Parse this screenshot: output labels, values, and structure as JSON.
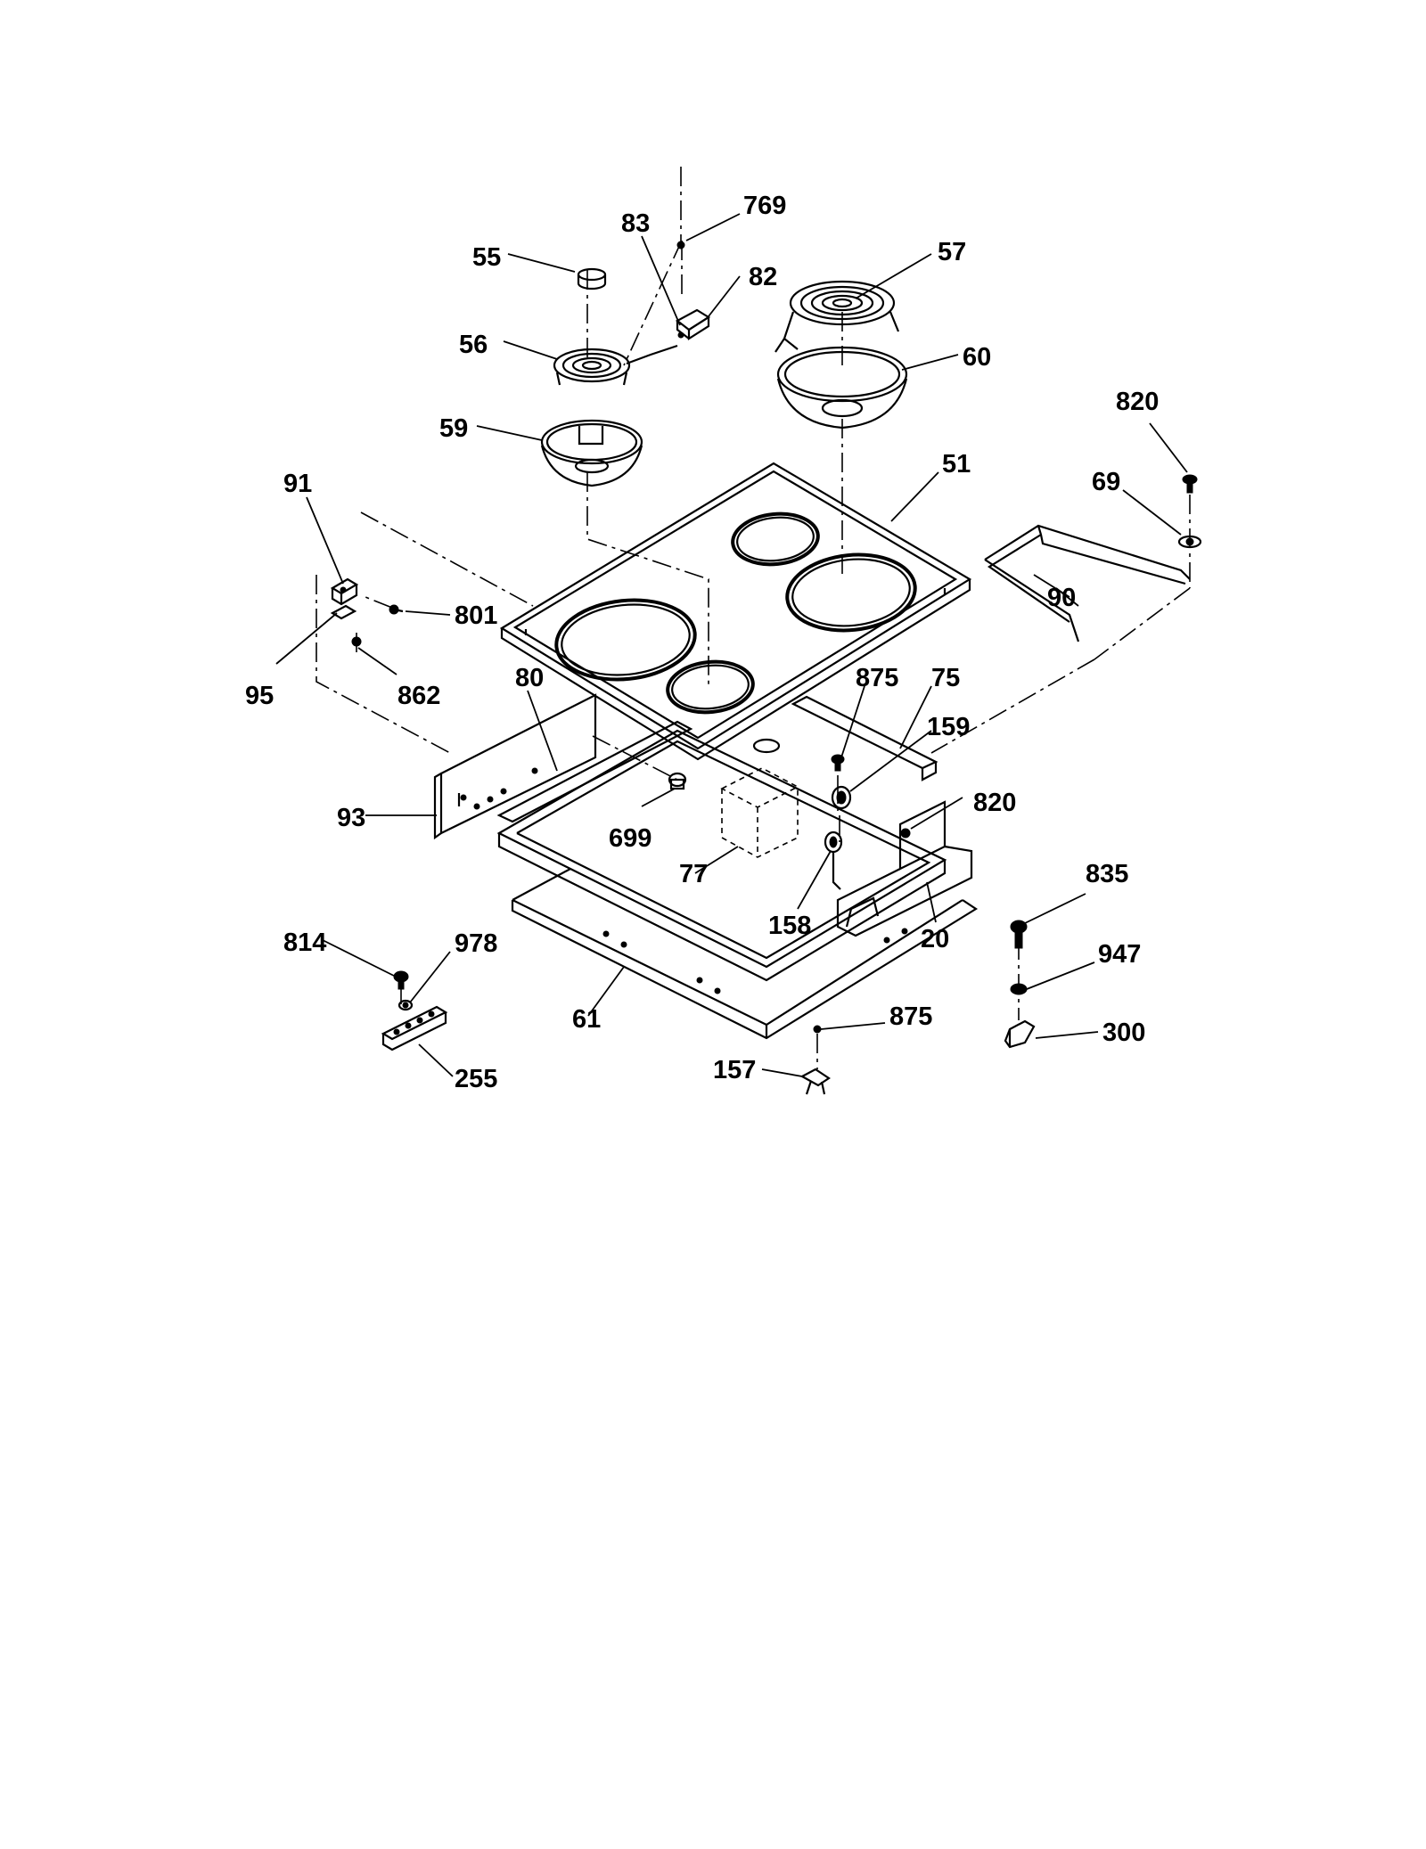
{
  "colors": {
    "ink": "#000000",
    "paper": "#ffffff"
  },
  "part_labels": {
    "p20": "20",
    "p51": "51",
    "p55": "55",
    "p56": "56",
    "p57": "57",
    "p59": "59",
    "p60": "60",
    "p61": "61",
    "p69": "69",
    "p75": "75",
    "p77": "77",
    "p80": "80",
    "p82": "82",
    "p83": "83",
    "p90": "90",
    "p91": "91",
    "p93": "93",
    "p95": "95",
    "p157": "157",
    "p158": "158",
    "p159": "159",
    "p255": "255",
    "p300": "300",
    "p699": "699",
    "p769": "769",
    "p801": "801",
    "p814": "814",
    "p820a": "820",
    "p820b": "820",
    "p835": "835",
    "p862": "862",
    "p875a": "875",
    "p875b": "875",
    "p947": "947",
    "p978": "978"
  }
}
